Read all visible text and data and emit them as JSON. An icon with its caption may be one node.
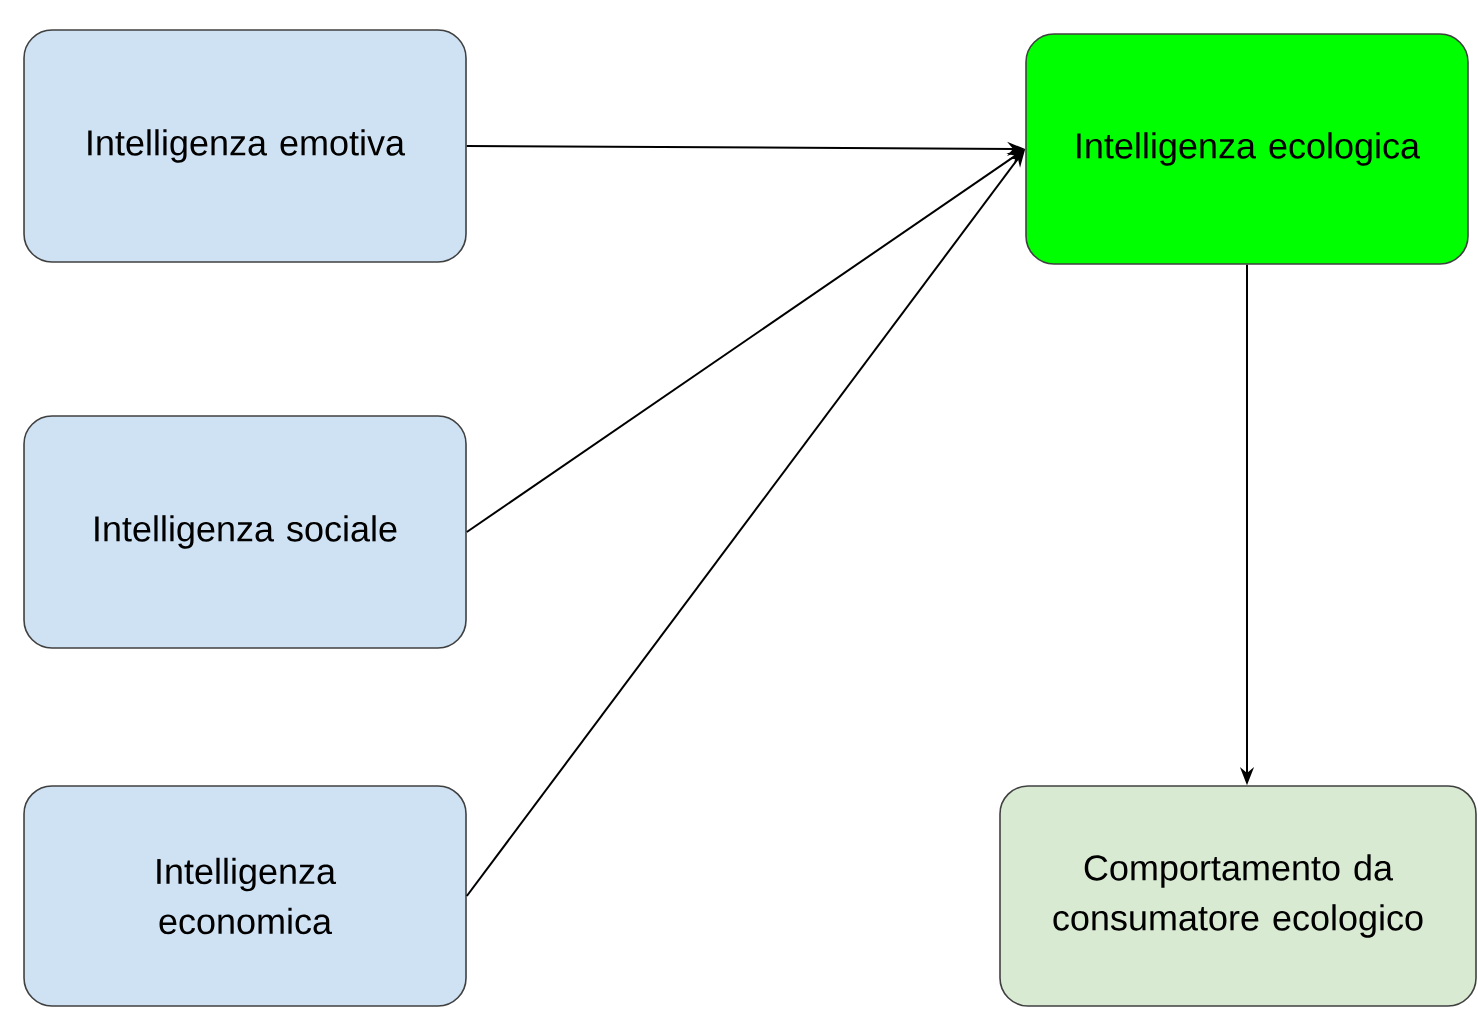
{
  "diagram": {
    "nodes": [
      {
        "text": [
          "Intelligenza emotiva"
        ]
      },
      {
        "text": [
          "Intelligenza sociale"
        ]
      },
      {
        "text": [
          "Intelligenza economica"
        ]
      },
      {
        "text": [
          "Intelligenza ecologica"
        ]
      },
      {
        "text": [
          "Comportamento da consumatore ecologico"
        ]
      }
    ],
    "edges": [
      {
        "from": 0,
        "to": 3,
        "arrow": "to"
      },
      {
        "from": 1,
        "to": 3,
        "arrow": "to"
      },
      {
        "from": 2,
        "to": 3,
        "arrow": "to"
      },
      {
        "from": 3,
        "to": 4,
        "arrow": "to"
      }
    ]
  }
}
